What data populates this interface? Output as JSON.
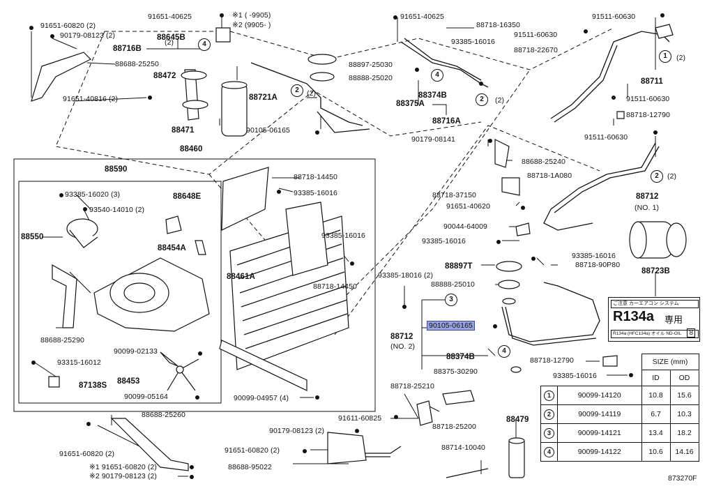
{
  "diagram_code": "873270F",
  "notes": {
    "note1": "※1 (      -9905)",
    "note2": "※2 (9905-      )"
  },
  "highlight": "90105-06165",
  "labels": {
    "l1": "91651-60820 (2)",
    "l2": "90179-08123 (2)",
    "l3": "88688-25250",
    "l4": "91651-40625",
    "l5": "88645B",
    "l6": "88716B",
    "l7": "88472",
    "l8": "91651-40816 (2)",
    "l9": "88471",
    "l10": "88460",
    "l11": "91651-40625",
    "l12": "88718-16350",
    "l13": "93385-16016",
    "l14": "88897-25030",
    "l15": "88888-25020",
    "l16": "88374B",
    "l17": "88375A",
    "l18": "88716A",
    "l19": "88721A",
    "l20": "90105-06165",
    "l21": "91511-60630",
    "l22": "91511-60630",
    "l23": "88718-22670",
    "l24": "88711",
    "l25": "91511-60630",
    "l26": "88718-12790",
    "l27": "91511-60630",
    "l28": "88590",
    "l29": "93385-16020 (3)",
    "l30": "88648E",
    "l31": "93540-14010 (2)",
    "l32": "88550",
    "l33": "88454A",
    "l34": "88688-25290",
    "l35": "90099-02133",
    "l36": "93315-16012",
    "l37": "87138S",
    "l38": "88453",
    "l39": "90099-05164",
    "l40": "88718-14450",
    "l41": "93385-16016",
    "l42": "93385-16016",
    "l43": "88461A",
    "l44": "88718-14450",
    "l45": "90099-04957 (4)",
    "l46": "90179-08141",
    "l47": "88688-25240",
    "l48": "88718-1A080",
    "l49": "88718-37150",
    "l50": "91651-40620",
    "l51": "90044-64009",
    "l52": "93385-16016",
    "l53": "88712",
    "l54": "(NO. 1)",
    "l55": "93385-16016",
    "l56": "88718-90P80",
    "l57": "88723B",
    "l58": "93385-18016 (2)",
    "l59": "88897T",
    "l60": "88888-25010",
    "l61": "88712",
    "l62": "(NO. 2)",
    "l63": "90105-06165",
    "l64": "88374B",
    "l65": "88375-30290",
    "l66": "88718-12790",
    "l67": "93385-16016",
    "l68": "88718-25210",
    "l69": "91611-60825",
    "l70": "88718-25200",
    "l71": "90179-08123 (2)",
    "l72": "91651-60820 (2)",
    "l73": "88688-95022",
    "l74": "88714-10040",
    "l75": "88479",
    "l76": "88688-25260",
    "l77": "91651-60820 (2)",
    "l78": "※1 91651-60820 (2)",
    "l79": "※2 90179-08123 (2)",
    "l80": "(2)",
    "l81": "(2)",
    "l82": "(2)",
    "l83": "(2)",
    "l84": "(2)"
  },
  "callouts": {
    "c1": "4",
    "c2": "2",
    "c3": "4",
    "c4": "2",
    "c5": "1",
    "c6": "2",
    "c7": "3",
    "c8": "4",
    "c9": "1",
    "c10": "2"
  },
  "size_table": {
    "title": "SIZE (mm)",
    "col_id": "ID",
    "col_od": "OD",
    "rows": [
      {
        "no": "1",
        "part": "90099-14120",
        "id": "10.8",
        "od": "15.6"
      },
      {
        "no": "2",
        "part": "90099-14119",
        "id": "6.7",
        "od": "10.3"
      },
      {
        "no": "3",
        "part": "90099-14121",
        "id": "13.4",
        "od": "18.2"
      },
      {
        "no": "4",
        "part": "90099-14122",
        "id": "10.6",
        "od": "14.16"
      }
    ]
  },
  "refrigerant_label": {
    "header": "ご注意   カーエアコン システム",
    "name": "R134a",
    "jp": "専用",
    "footer": "R134a (HFC134a)   オイル ND-OIL",
    "number": "8"
  }
}
